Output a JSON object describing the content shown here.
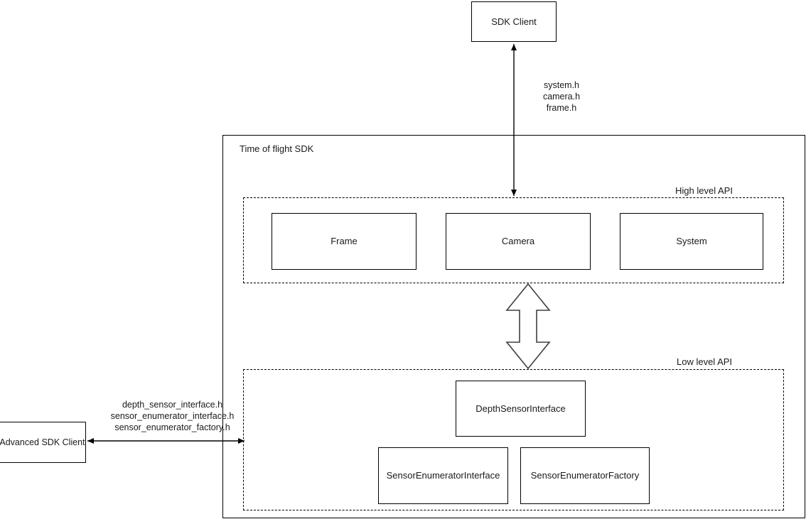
{
  "diagram": {
    "title_visible": false,
    "nodes": {
      "sdk_client": "SDK Client",
      "advanced_sdk_client": "Advanced SDK Client",
      "container": "Time of flight SDK",
      "high_level_api": "High level API",
      "low_level_api": "Low level API",
      "frame": "Frame",
      "camera": "Camera",
      "system": "System",
      "depth_sensor_interface": "DepthSensorInterface",
      "sensor_enumerator_interface": "SensorEnumeratorInterface",
      "sensor_enumerator_factory": "SensorEnumeratorFactory"
    },
    "edge_labels": {
      "top_headers": {
        "line1": "system.h",
        "line2": "camera.h",
        "line3": "frame.h"
      },
      "left_headers": {
        "line1": "depth_sensor_interface.h",
        "line2": "sensor_enumerator_interface.h",
        "line3": "sensor_enumerator_factory.h"
      }
    },
    "colors": {
      "stroke": "#000000",
      "text": "#1a1a1a",
      "background": "#ffffff",
      "block_arrow_stroke": "#3f3f3f"
    }
  }
}
